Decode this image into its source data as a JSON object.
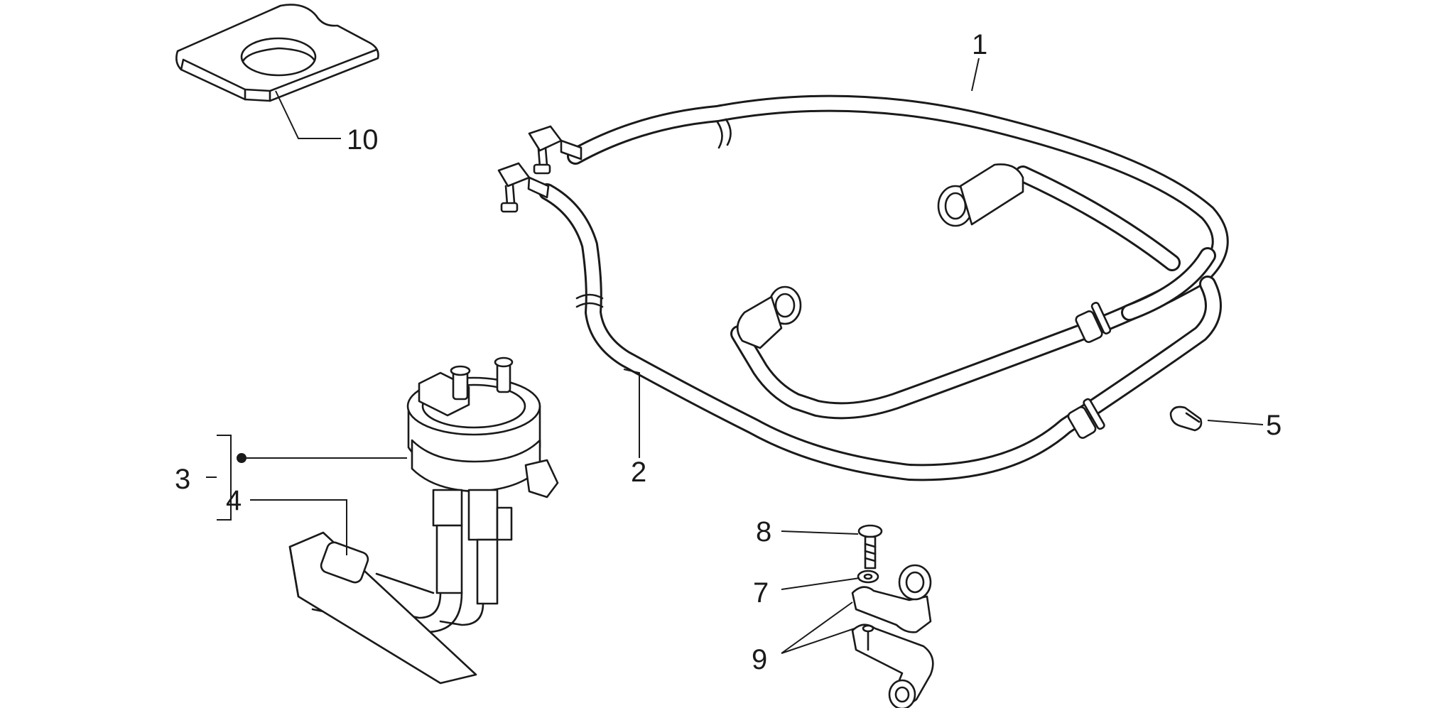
{
  "callouts": {
    "c1": "1",
    "c2": "2",
    "c3": "3",
    "c4": "4",
    "c5": "5",
    "c7": "7",
    "c8": "8",
    "c9": "9",
    "c10": "10"
  },
  "colors": {
    "line": "#1a1a1a",
    "background": "#ffffff"
  }
}
